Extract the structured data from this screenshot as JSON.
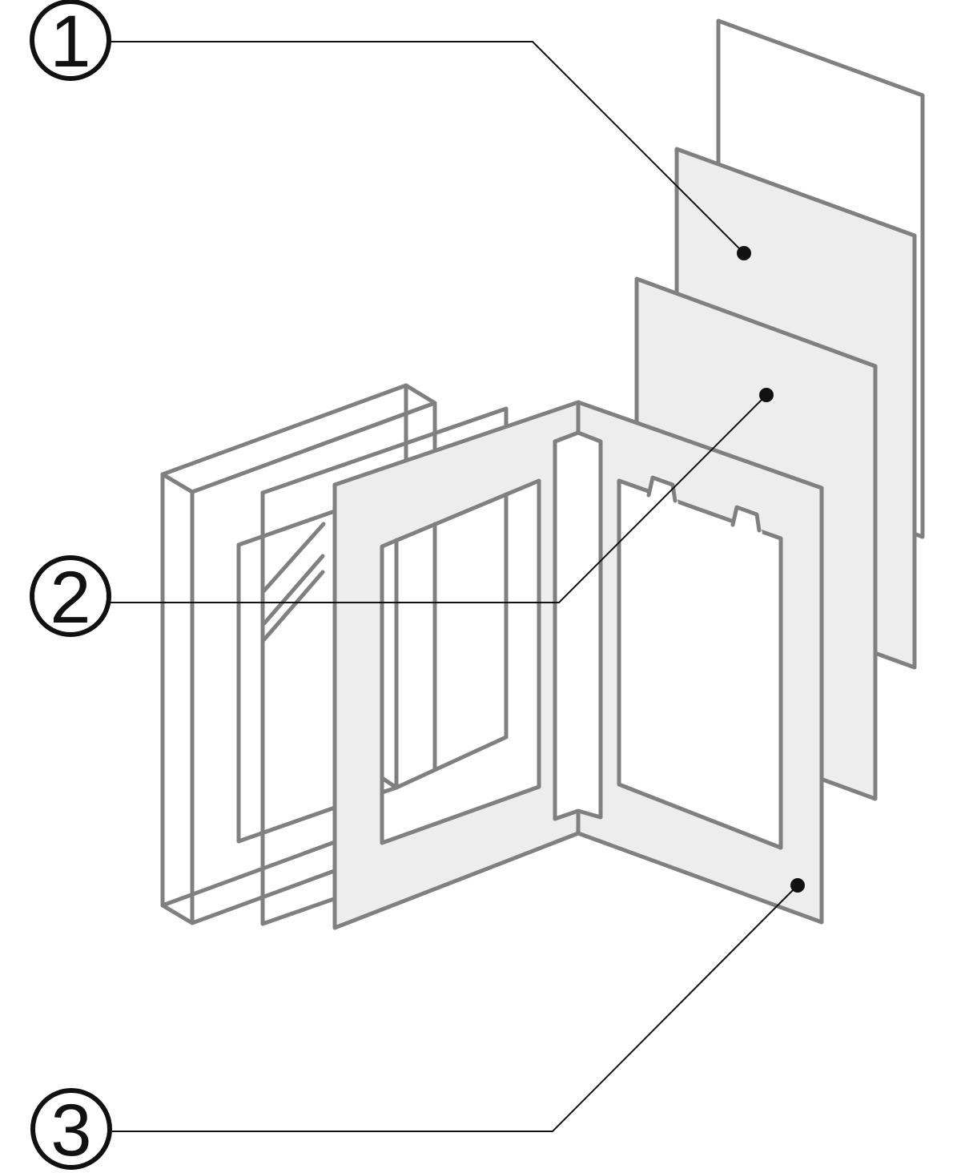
{
  "diagram": {
    "kind": "exploded-assembly-line-drawing",
    "callouts": [
      {
        "label": "1"
      },
      {
        "label": "2"
      },
      {
        "label": "3"
      }
    ],
    "colors": {
      "background": "#ffffff",
      "line_gray": "#808080",
      "panel_fill": "#ededed",
      "annotation_black": "#111111"
    }
  }
}
